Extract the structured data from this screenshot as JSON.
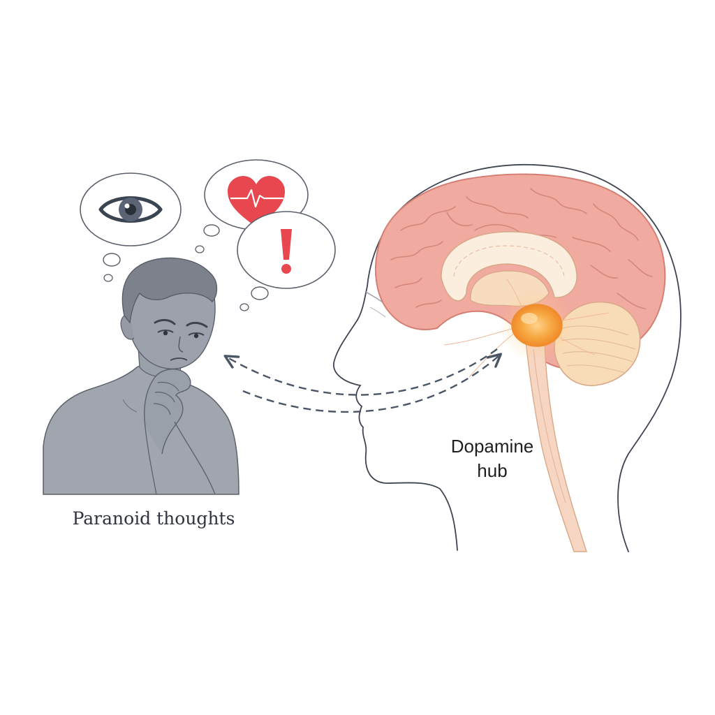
{
  "labels": {
    "left_caption": "Paranoid thoughts",
    "right_caption_line1": "Dopamine",
    "right_caption_line2": "hub"
  },
  "icons": {
    "bubble_1": "eye-icon",
    "bubble_2": "heart-pulse-icon",
    "bubble_3": "exclamation-icon"
  },
  "colors": {
    "figure_gray": "#9ba0aa",
    "outline": "#4a505c",
    "brain_pink": "#f1aaa0",
    "limbic_cream": "#f7dcc0",
    "dopamine_orange": "#f5a03c",
    "alert_red": "#e8474f",
    "arrow_gray": "#4a5566"
  }
}
